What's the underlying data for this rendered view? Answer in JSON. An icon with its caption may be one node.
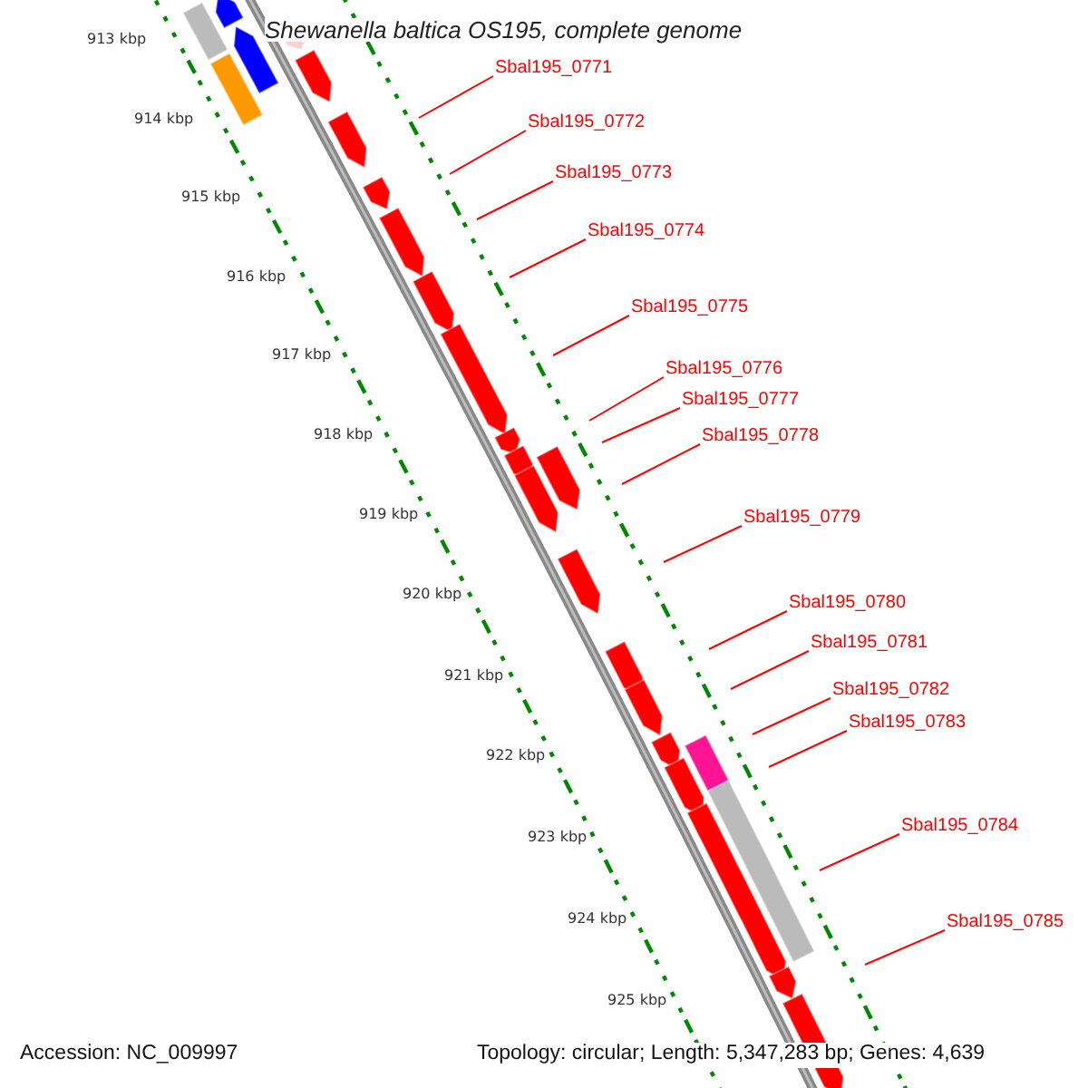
{
  "diagram": {
    "title": "Shewanella baltica OS195, complete genome",
    "nodes": [
      {
        "text": [
          "Sbal195_0771"
        ]
      },
      {
        "text": [
          "Sbal195_0772"
        ]
      },
      {
        "text": [
          "Sbal195_0773"
        ]
      },
      {
        "text": [
          "Sbal195_0774"
        ]
      },
      {
        "text": [
          "Sbal195_0775"
        ]
      },
      {
        "text": [
          "Sbal195_0776"
        ]
      },
      {
        "text": [
          "Sbal195_0777"
        ]
      },
      {
        "text": [
          "Sbal195_0778"
        ]
      },
      {
        "text": [
          "Sbal195_0779"
        ]
      },
      {
        "text": [
          "Sbal195_0780"
        ]
      },
      {
        "text": [
          "Sbal195_0781"
        ]
      },
      {
        "text": [
          "Sbal195_0782"
        ]
      },
      {
        "text": [
          "Sbal195_0783"
        ]
      },
      {
        "text": [
          "Sbal195_0784"
        ]
      },
      {
        "text": [
          "Sbal195_0785"
        ]
      }
    ],
    "edges": [
      {
        "from": 0,
        "to": null,
        "arrow": "none"
      },
      {
        "from": 1,
        "to": null,
        "arrow": "none"
      },
      {
        "from": 2,
        "to": null,
        "arrow": "none"
      },
      {
        "from": 3,
        "to": null,
        "arrow": "none"
      },
      {
        "from": 4,
        "to": null,
        "arrow": "none"
      },
      {
        "from": 5,
        "to": null,
        "arrow": "none"
      },
      {
        "from": 6,
        "to": null,
        "arrow": "none"
      },
      {
        "from": 7,
        "to": null,
        "arrow": "none"
      },
      {
        "from": 8,
        "to": null,
        "arrow": "none"
      },
      {
        "from": 9,
        "to": null,
        "arrow": "none"
      },
      {
        "from": 10,
        "to": null,
        "arrow": "none"
      },
      {
        "from": 11,
        "to": null,
        "arrow": "none"
      },
      {
        "from": 12,
        "to": null,
        "arrow": "none"
      },
      {
        "from": 13,
        "to": null,
        "arrow": "none"
      },
      {
        "from": 14,
        "to": null,
        "arrow": "none"
      }
    ],
    "labels": [
      "913 kbp",
      "914 kbp",
      "915 kbp",
      "916 kbp",
      "917 kbp",
      "918 kbp",
      "919 kbp",
      "920 kbp",
      "921 kbp",
      "922 kbp",
      "923 kbp",
      "924 kbp",
      "925 kbp",
      "Accession: NC_009997",
      "Topology: circular; Length: 5,347,283 bp; Genes: 4,639"
    ]
  }
}
